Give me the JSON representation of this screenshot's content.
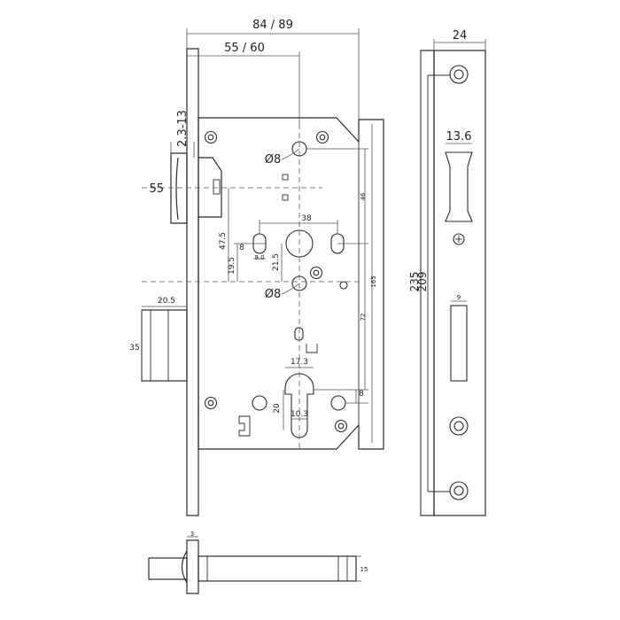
{
  "dimensions": {
    "width_total": "84 / 89",
    "backset": "55 / 60",
    "face_thickness": "2.3-13",
    "latch_height": "55",
    "hole_diameter_upper": "Ø8",
    "hole_diameter_lower": "Ø8",
    "spacing_38": "38",
    "upper_46": "46",
    "height_165": "165",
    "height_72": "72",
    "dim_47_5": "47.5",
    "dim_8_small": "8",
    "dim_9_0": "9.0",
    "dim_19_5": "19.5",
    "dim_21_5": "21.5",
    "bolt_throw": "20.5",
    "bolt_height": "35",
    "cylinder_width": "17.3",
    "cylinder_20": "20",
    "cylinder_10_3": "10.3",
    "dim_8_right": "8",
    "strike_width": "24",
    "latch_width": "13.6",
    "strike_235": "235",
    "strike_209": "209",
    "strike_9": "9",
    "side_3": "3",
    "side_15": "15"
  }
}
